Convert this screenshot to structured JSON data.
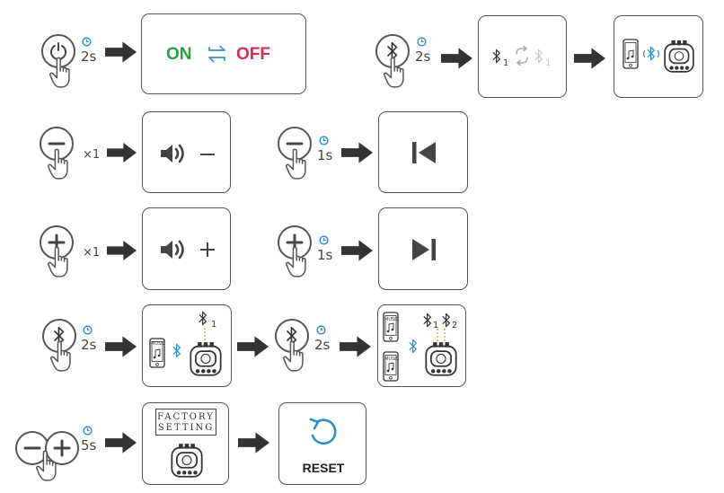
{
  "power_row": {
    "duration": "2s",
    "on_label": "ON",
    "off_label": "OFF",
    "on_color": "#2a9d48",
    "off_color": "#d32d55",
    "swap_color": "#3a90c8"
  },
  "bt_toggle_row": {
    "duration": "2s",
    "bt1_index": "1",
    "bt1_index_faded": "1"
  },
  "volume_down_row": {
    "multiplier": "×1",
    "hold_duration": "1s"
  },
  "volume_up_row": {
    "multiplier": "×1",
    "hold_duration": "1s"
  },
  "pairing_row": {
    "duration_first": "2s",
    "duration_second": "2s",
    "music_label": "MUSIC",
    "bt1_index": "1",
    "bt2_index": "2"
  },
  "reset_row": {
    "duration": "5s",
    "factory_line1": "FACTORY",
    "factory_line2": "SETTING",
    "reset_label": "RESET",
    "reset_color": "#2a8fd0"
  },
  "icons": [
    "power-icon",
    "bluetooth-icon",
    "minus-icon",
    "plus-icon",
    "hand-pointer-icon",
    "clock-icon",
    "arrow-right-icon",
    "speaker-icon",
    "previous-track-icon",
    "next-track-icon",
    "swap-arrows-icon",
    "phone-icon",
    "device-icon",
    "reset-arrow-icon"
  ]
}
